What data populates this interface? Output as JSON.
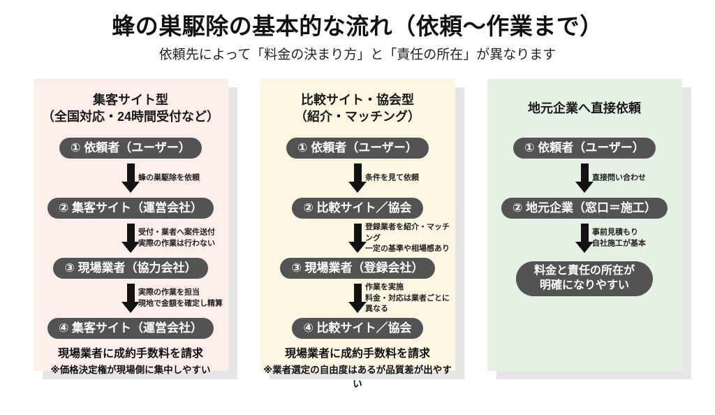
{
  "title": "蜂の巣駆除の基本的な流れ（依頼〜作業まで）",
  "subtitle": "依頼先によって「料金の決まり方」と「責任の所在」が異なります",
  "colors": {
    "panel_pink": "#fdeeec",
    "panel_cream": "#fdf6e3",
    "panel_green": "#e6f1e6",
    "pill_dark": "#535353",
    "shadow_gray": "#e6e6e6",
    "arrow_black": "#111111"
  },
  "columns": [
    {
      "header_line1": "集客サイト型",
      "header_line2": "（全国対応・24時間受付など）",
      "steps": [
        "① 依頼者（ユーザー）",
        "② 集客サイト（運営会社）",
        "③ 現場業者（協力会社）",
        "④ 集客サイト（運営会社）"
      ],
      "arrow_notes": [
        "蜂の巣駆除を依頼",
        "受付・業者へ案件送付\n実際の作業は行わない",
        "実際の作業を担当\n現地で金額を確定し精算"
      ],
      "footer_bold": "現場業者に成約手数料を請求",
      "footer_note": "※価格決定権が現場側に集中しやすい"
    },
    {
      "header_line1": "比較サイト・協会型",
      "header_line2": "（紹介・マッチング）",
      "steps": [
        "① 依頼者（ユーザー）",
        "② 比較サイト／協会",
        "③ 現場業者（登録会社）",
        "④ 比較サイト／協会"
      ],
      "arrow_notes": [
        "条件を見て依頼",
        "登録業者を紹介・マッチング\n一定の基準や相場感あり",
        "作業を実施\n料金・対応は業者ごとに異なる"
      ],
      "footer_bold": "現場業者に成約手数料を請求",
      "footer_note": "※業者選定の自由度はあるが品質差が出やすい"
    },
    {
      "header_line1": "地元企業へ直接依頼",
      "steps": [
        "① 依頼者（ユーザー）",
        "② 地元企業（窓口＝施工）"
      ],
      "arrow_notes": [
        "直接問い合わせ",
        "事前見積もり\n自社施工が基本"
      ],
      "result_box": "料金と責任の所在が\n明確になりやすい"
    }
  ]
}
